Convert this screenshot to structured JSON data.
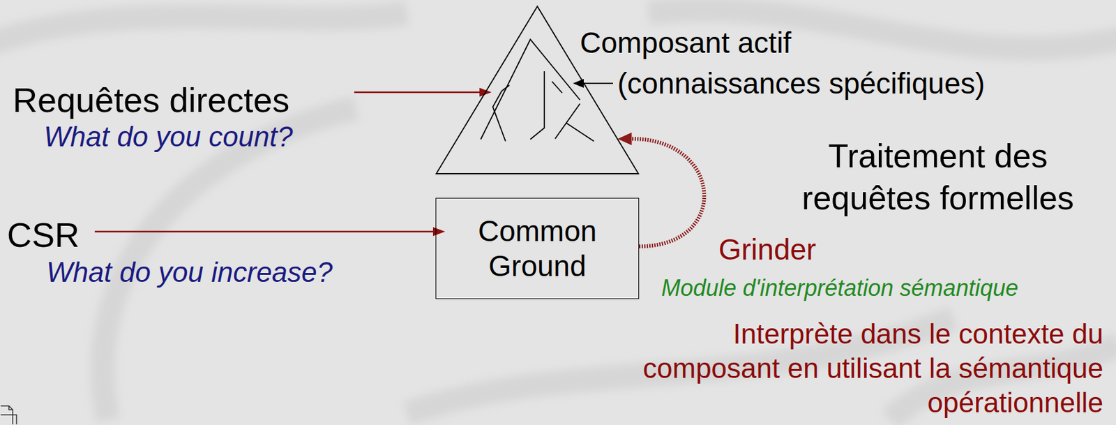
{
  "diagram": {
    "nodes": [
      {
        "text": [
          "Composant actif",
          "(connaissances spécifiques)"
        ]
      },
      {
        "text": [
          "Common Ground"
        ]
      }
    ],
    "edges": [
      {
        "from": 1,
        "to": 0,
        "arrow": "to"
      }
    ],
    "labels": [
      "Requêtes directes",
      "What do you count?",
      "CSR",
      "What do you increase?",
      "Traitement des requêtes formelles",
      "Grinder",
      "Module d'interprétation sémantique",
      "Interprète dans le contexte du composant en utilisant la sémantique opérationnelle"
    ]
  }
}
